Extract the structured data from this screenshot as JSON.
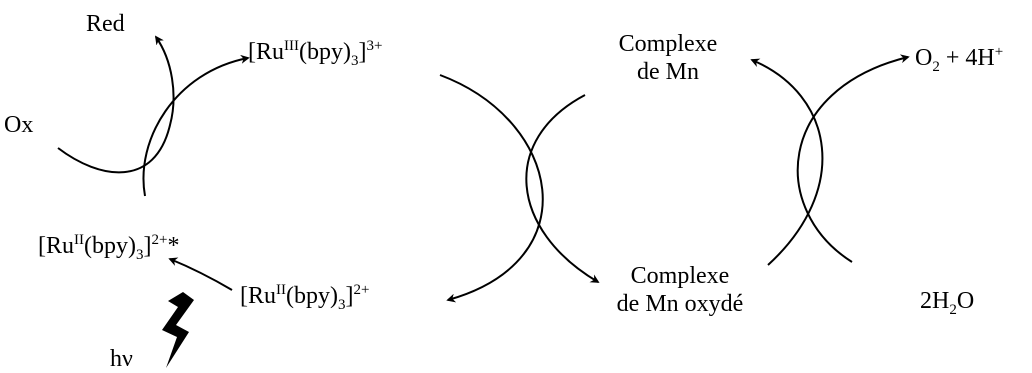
{
  "labels": {
    "red": "Red",
    "ox": "Ox",
    "hv": "hν",
    "ru3": {
      "pre": "[Ru",
      "ox": "III",
      "mid": "(bpy)",
      "sub": "3",
      "post": "]",
      "charge": "3+",
      "star": ""
    },
    "ru2_excited": {
      "pre": "[Ru",
      "ox": "II",
      "mid": "(bpy)",
      "sub": "3",
      "post": "]",
      "charge": "2+",
      "star": "*"
    },
    "ru2": {
      "pre": "[Ru",
      "ox": "II",
      "mid": "(bpy)",
      "sub": "3",
      "post": "]",
      "charge": "2+",
      "star": ""
    },
    "mn_complex_line1": "Complexe",
    "mn_complex_line2": "de Mn",
    "mn_oxidized_line1": "Complexe",
    "mn_oxidized_line2": "de Mn oxydé",
    "o2": {
      "pre": "O",
      "sub": "2",
      "post": " + 4H",
      "sup": "+"
    },
    "water": {
      "pre": "2H",
      "sub": "2",
      "post": "O"
    }
  },
  "colors": {
    "ink": "#000000"
  }
}
